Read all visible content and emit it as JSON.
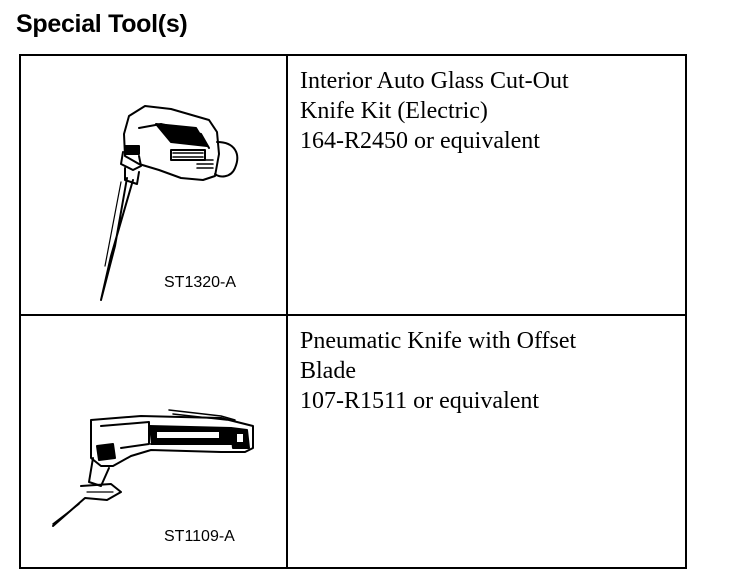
{
  "page": {
    "title": "Special Tool(s)"
  },
  "tools": [
    {
      "lines": [
        "Interior Auto Glass Cut-Out",
        "Knife Kit (Electric)",
        "164-R2450 or equivalent"
      ],
      "code": "ST1320-A",
      "icon": "electric-cutout-knife-icon"
    },
    {
      "lines": [
        "Pneumatic Knife with Offset",
        "Blade",
        "107-R1511 or equivalent"
      ],
      "code": "ST1109-A",
      "icon": "pneumatic-knife-icon"
    }
  ]
}
